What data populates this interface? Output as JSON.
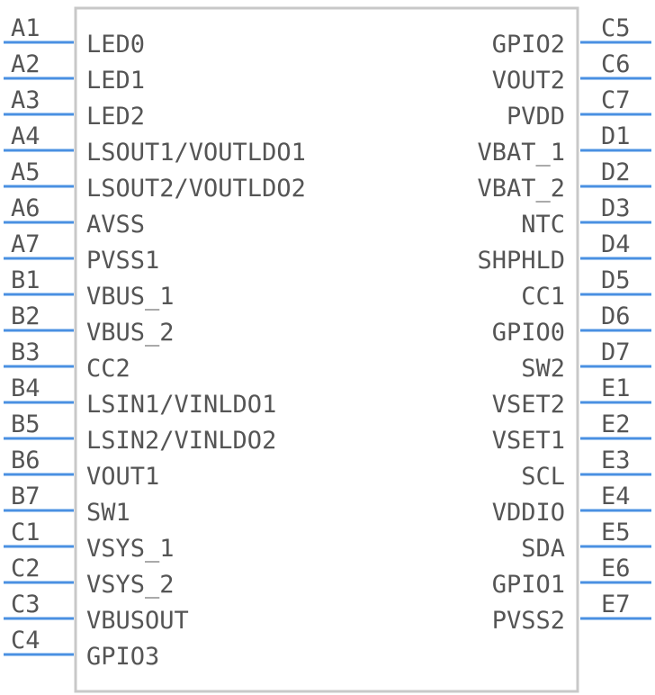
{
  "colors": {
    "body_outline": "#c8c8c8",
    "pin_line": "#4a90e2",
    "text": "#555555",
    "background": "#ffffff"
  },
  "left_pins": [
    {
      "number": "A1",
      "name": "LED0"
    },
    {
      "number": "A2",
      "name": "LED1"
    },
    {
      "number": "A3",
      "name": "LED2"
    },
    {
      "number": "A4",
      "name": "LSOUT1/VOUTLDO1"
    },
    {
      "number": "A5",
      "name": "LSOUT2/VOUTLDO2"
    },
    {
      "number": "A6",
      "name": "AVSS"
    },
    {
      "number": "A7",
      "name": "PVSS1"
    },
    {
      "number": "B1",
      "name": "VBUS_1"
    },
    {
      "number": "B2",
      "name": "VBUS_2"
    },
    {
      "number": "B3",
      "name": "CC2"
    },
    {
      "number": "B4",
      "name": "LSIN1/VINLDO1"
    },
    {
      "number": "B5",
      "name": "LSIN2/VINLDO2"
    },
    {
      "number": "B6",
      "name": "VOUT1"
    },
    {
      "number": "B7",
      "name": "SW1"
    },
    {
      "number": "C1",
      "name": "VSYS_1"
    },
    {
      "number": "C2",
      "name": "VSYS_2"
    },
    {
      "number": "C3",
      "name": "VBUSOUT"
    },
    {
      "number": "C4",
      "name": "GPIO3"
    }
  ],
  "right_pins": [
    {
      "number": "C5",
      "name": "GPIO2"
    },
    {
      "number": "C6",
      "name": "VOUT2"
    },
    {
      "number": "C7",
      "name": "PVDD"
    },
    {
      "number": "D1",
      "name": "VBAT_1"
    },
    {
      "number": "D2",
      "name": "VBAT_2"
    },
    {
      "number": "D3",
      "name": "NTC"
    },
    {
      "number": "D4",
      "name": "SHPHLD"
    },
    {
      "number": "D5",
      "name": "CC1"
    },
    {
      "number": "D6",
      "name": "GPIO0"
    },
    {
      "number": "D7",
      "name": "SW2"
    },
    {
      "number": "E1",
      "name": "VSET2"
    },
    {
      "number": "E2",
      "name": "VSET1"
    },
    {
      "number": "E3",
      "name": "SCL"
    },
    {
      "number": "E4",
      "name": "VDDIO"
    },
    {
      "number": "E5",
      "name": "SDA"
    },
    {
      "number": "E6",
      "name": "GPIO1"
    },
    {
      "number": "E7",
      "name": "PVSS2"
    }
  ]
}
